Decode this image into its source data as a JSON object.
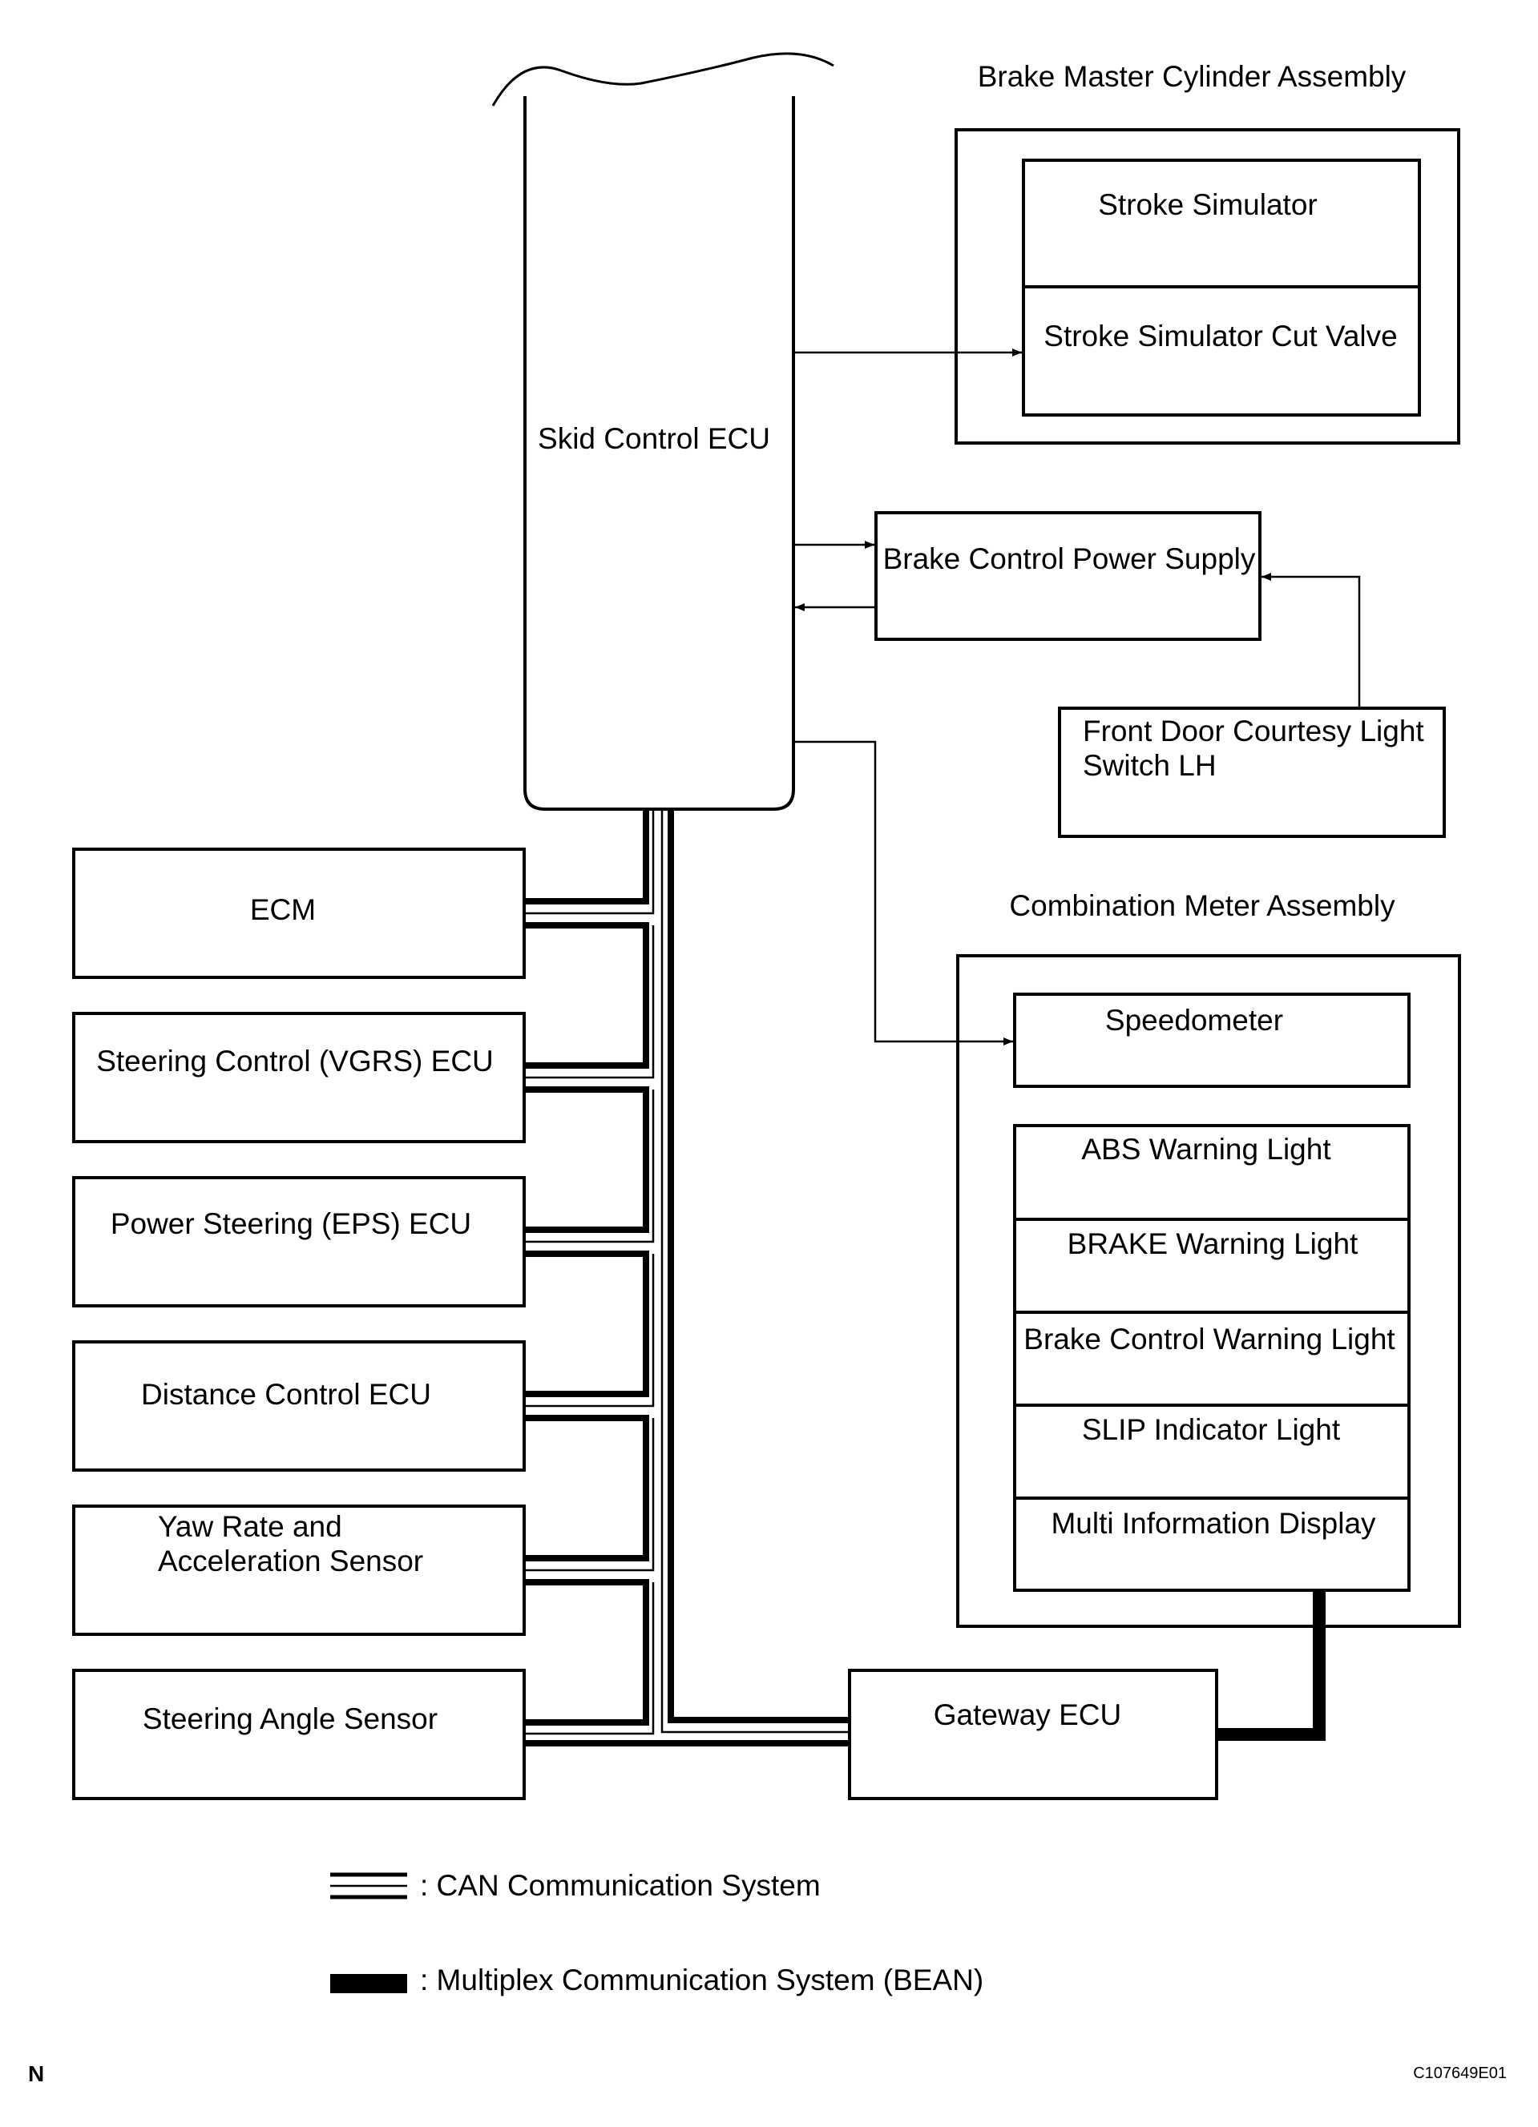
{
  "skid_ecu": {
    "label": "Skid Control ECU"
  },
  "brake_master": {
    "title": "Brake Master Cylinder Assembly",
    "items": [
      "Stroke Simulator",
      "Stroke Simulator Cut Valve"
    ]
  },
  "power_supply": {
    "label": "Brake Control Power Supply"
  },
  "door_switch": {
    "line1": "Front Door Courtesy Light",
    "line2": "Switch LH"
  },
  "combo_meter": {
    "title": "Combination Meter Assembly",
    "speedometer": "Speedometer",
    "items": [
      "ABS Warning Light",
      "BRAKE Warning Light",
      "Brake Control Warning Light",
      "SLIP Indicator Light",
      "Multi Information Display"
    ]
  },
  "left_ecus": [
    {
      "line1": "ECM"
    },
    {
      "line1": "Steering Control (VGRS) ECU"
    },
    {
      "line1": "Power Steering (EPS) ECU"
    },
    {
      "line1": "Distance Control ECU"
    },
    {
      "line1": "Yaw Rate and",
      "line2": "Acceleration Sensor"
    },
    {
      "line1": "Steering Angle Sensor"
    }
  ],
  "gateway": {
    "label": "Gateway ECU"
  },
  "legend": {
    "can": ": CAN Communication System",
    "bean": ": Multiplex Communication System (BEAN)"
  },
  "corner_mark": "N",
  "figure_code": "C107649E01"
}
